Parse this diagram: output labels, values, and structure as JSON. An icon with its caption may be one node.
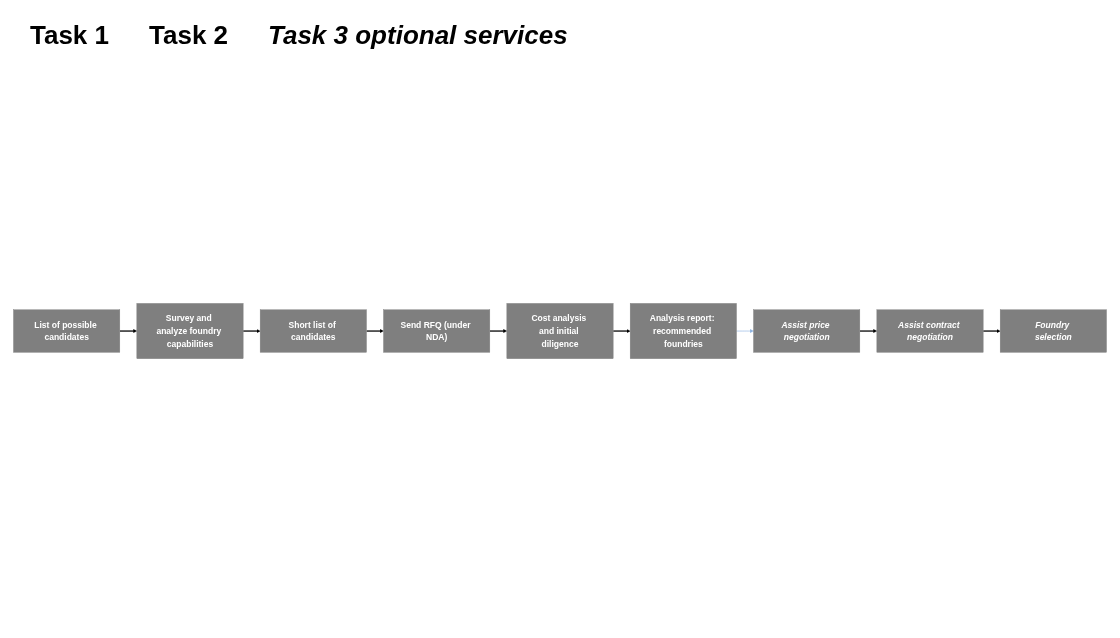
{
  "diagram": {
    "nodes": [
      {
        "text": [
          "List of possible candidates"
        ]
      },
      {
        "text": [
          "Survey and analyze foundry capabilities"
        ]
      },
      {
        "text": [
          "Short list of candidates"
        ]
      },
      {
        "text": [
          "Send RFQ (under NDA)"
        ]
      },
      {
        "text": [
          "Cost analysis and initial diligence"
        ]
      },
      {
        "text": [
          "Analysis report: recommended foundries"
        ]
      },
      {
        "text": [
          "Assist price negotiation"
        ]
      },
      {
        "text": [
          "Assist contract negotiation"
        ]
      },
      {
        "text": [
          "Foundry selection"
        ]
      }
    ],
    "edges": [
      {
        "from": 0,
        "to": 1,
        "arrow": "to"
      },
      {
        "from": 1,
        "to": 2,
        "arrow": "to"
      },
      {
        "from": 2,
        "to": 3,
        "arrow": "to"
      },
      {
        "from": 3,
        "to": 4,
        "arrow": "to"
      },
      {
        "from": 4,
        "to": 5,
        "arrow": "to"
      },
      {
        "from": 5,
        "to": 6,
        "arrow": "to",
        "color": "#8eb4e3"
      },
      {
        "from": 6,
        "to": 7,
        "arrow": "to"
      },
      {
        "from": 7,
        "to": 8,
        "arrow": "to"
      }
    ],
    "labels": [
      "Task 1",
      "Task 2",
      "Task 3 optional services"
    ]
  }
}
